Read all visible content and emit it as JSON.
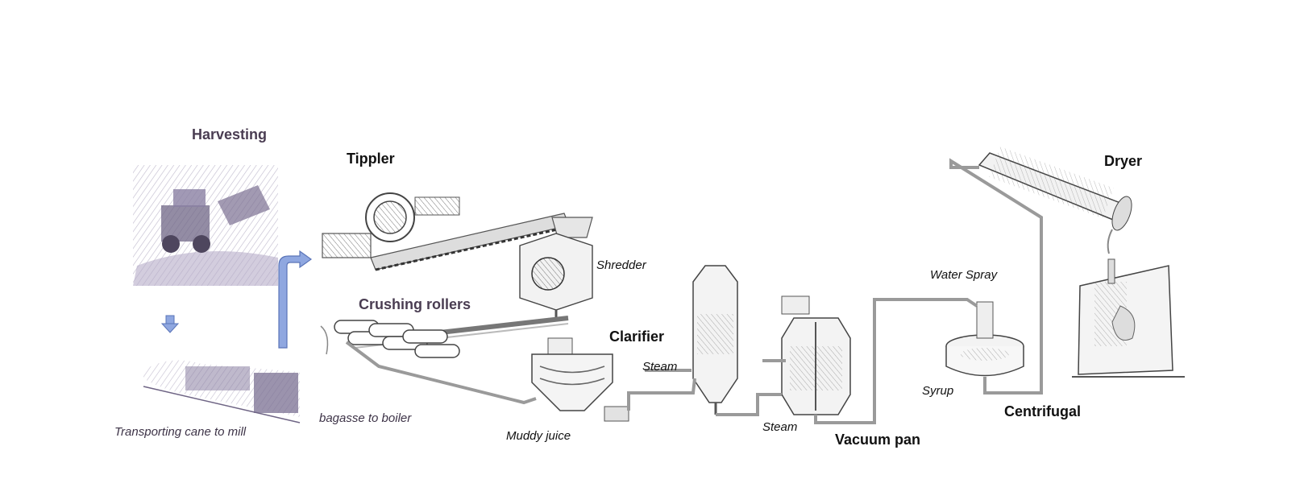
{
  "labels": {
    "harvesting": "Harvesting",
    "transporting": "Transporting cane to mill",
    "tippler": "Tippler",
    "shredder": "Shredder",
    "crushing_rollers": "Crushing rollers",
    "bagasse": "bagasse to boiler",
    "clarifier": "Clarifier",
    "muddy_juice": "Muddy juice",
    "steam_1": "Steam",
    "steam_2": "Steam",
    "vacuum_pan": "Vacuum pan",
    "water_spray": "Water Spray",
    "syrup": "Syrup",
    "centrifugal": "Centrifugal",
    "dryer": "Dryer"
  },
  "colors": {
    "sketch_purple": "#8a7fa3",
    "arrow_blue": "#8fa7e0",
    "pipe": "#9a9a9a",
    "label_purple": "#4a3d52"
  }
}
